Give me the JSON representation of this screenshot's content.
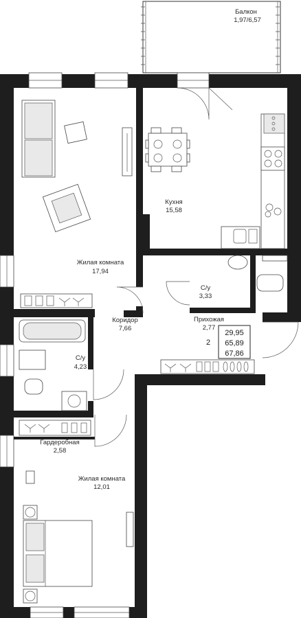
{
  "rooms": {
    "balcony": {
      "name": "Балкон",
      "area": "1,97/6,57"
    },
    "kitchen": {
      "name": "Кухня",
      "area": "15,58"
    },
    "living1": {
      "name": "Жилая комната",
      "area": "17,94"
    },
    "bath1": {
      "name": "С/у",
      "area": "3,33"
    },
    "corridor": {
      "name": "Коридор",
      "area": "7,66"
    },
    "hall": {
      "name": "Прихожая",
      "area": "2,77"
    },
    "bath2": {
      "name": "С/у",
      "area": "4,23"
    },
    "wardrobe": {
      "name": "Гардеробная",
      "area": "2,58"
    },
    "living2": {
      "name": "Жилая комната",
      "area": "12,01"
    }
  },
  "summary": {
    "rooms_count": "2",
    "living_area": "29,95",
    "total_area": "65,89",
    "total_with_balcony": "67,86"
  },
  "colors": {
    "wall": "#1e1e1e",
    "furniture": "#444444",
    "background": "#ffffff"
  }
}
